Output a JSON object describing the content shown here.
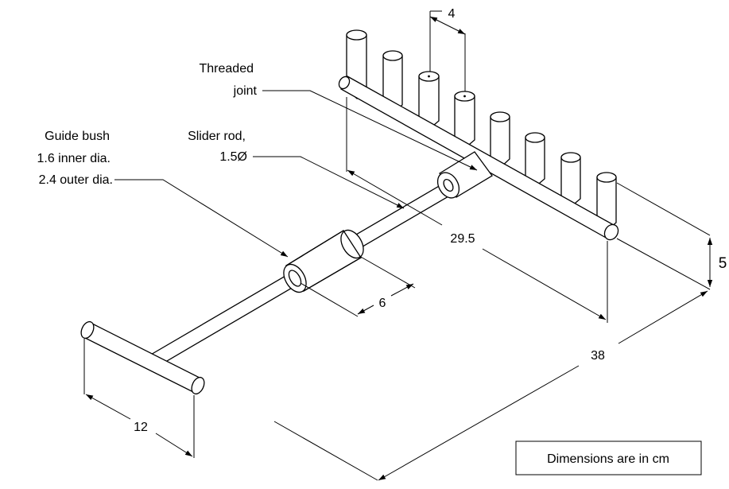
{
  "labels": {
    "threaded_joint_line1": "Threaded",
    "threaded_joint_line2": "joint",
    "slider_rod_line1": "Slider rod,",
    "slider_rod_line2": "1.5Ø",
    "guide_bush_line1": "Guide bush",
    "guide_bush_line2": "1.6 inner dia.",
    "guide_bush_line3": "2.4 outer dia."
  },
  "dimensions": {
    "tooth_spacing": "4",
    "tooth_height": "5",
    "comb_width": "29.5",
    "total_length": "38",
    "bush_length": "6",
    "handle_length": "12"
  },
  "note": "Dimensions are in cm"
}
